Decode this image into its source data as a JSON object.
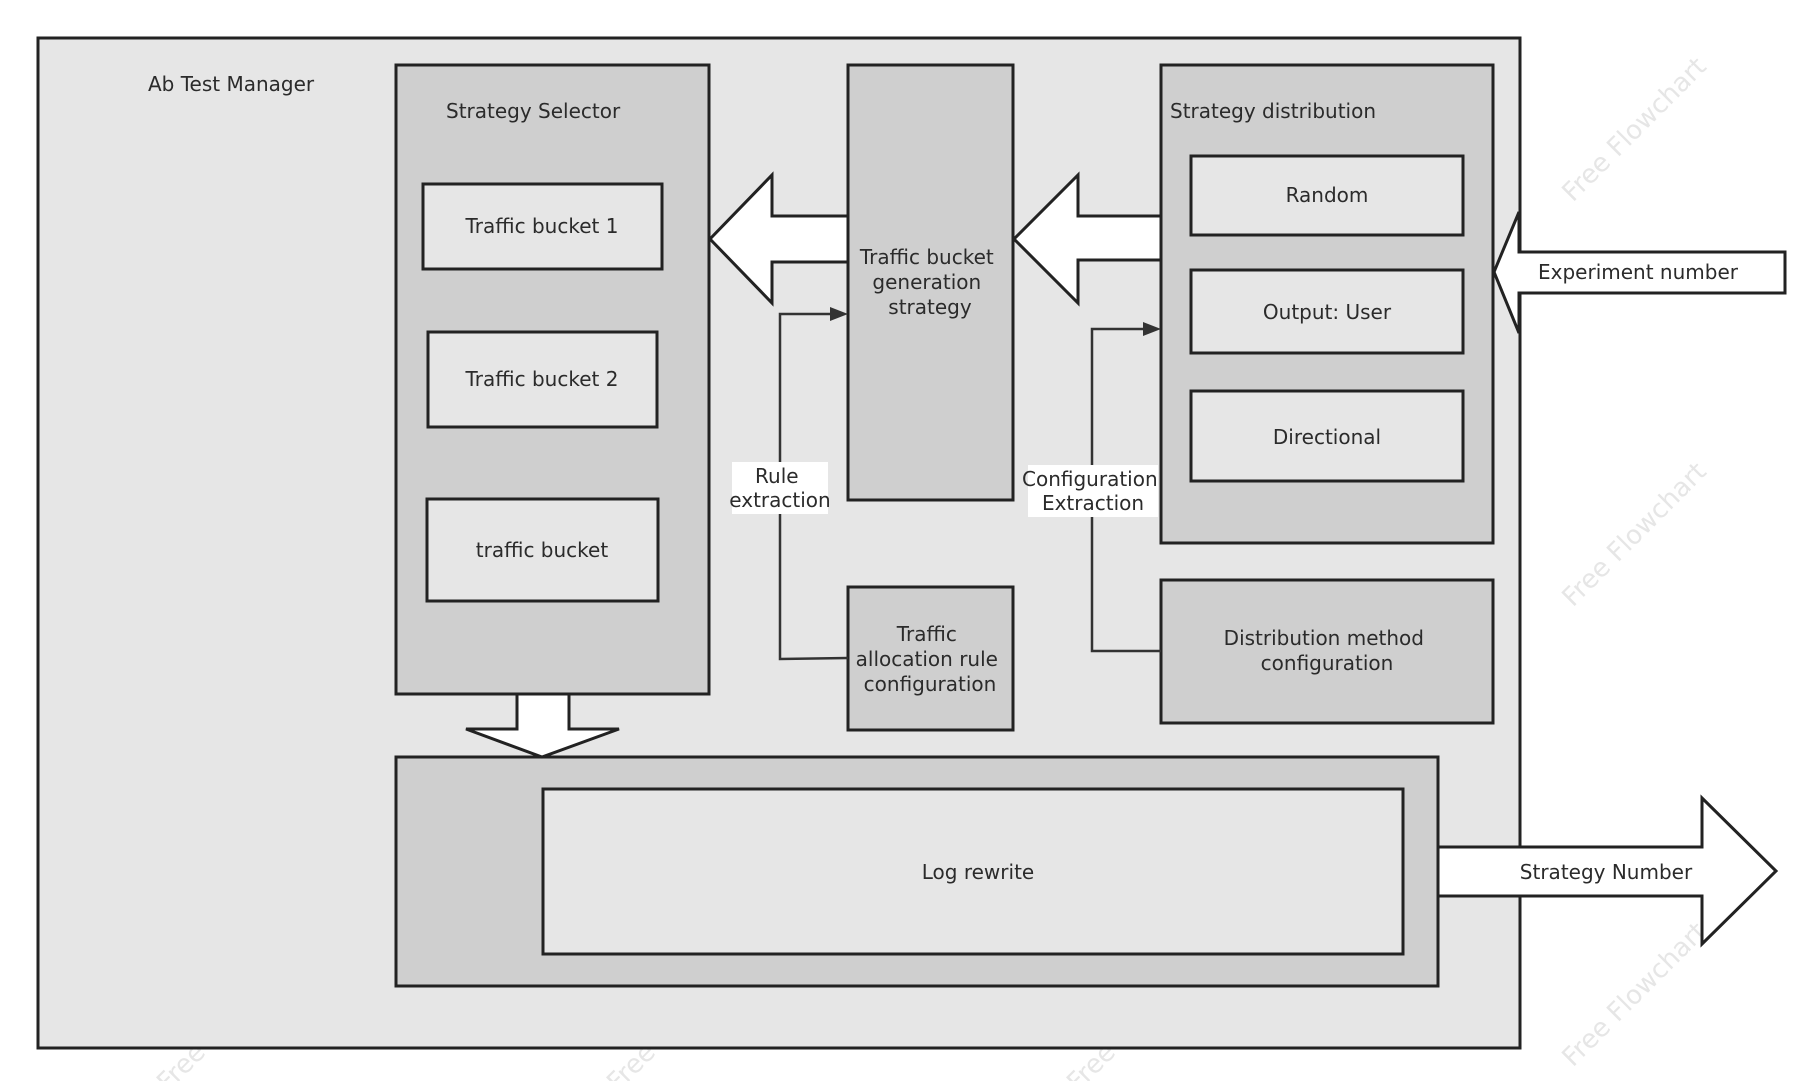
{
  "diagram": {
    "manager_title": "Ab Test Manager",
    "strategy_selector": {
      "title": "Strategy Selector",
      "buckets": [
        "Traffic bucket 1",
        "Traffic bucket 2",
        "traffic bucket"
      ]
    },
    "bucket_generation": [
      "Traffic bucket",
      "generation",
      "strategy"
    ],
    "allocation_rule": [
      "Traffic",
      "allocation rule",
      "configuration"
    ],
    "rule_extraction": [
      "Rule",
      "extraction"
    ],
    "strategy_distribution": {
      "title": "Strategy distribution",
      "items": [
        "Random",
        "Output: User",
        "Directional"
      ]
    },
    "config_extraction": [
      "Configuration",
      "Extraction"
    ],
    "distribution_method": [
      "Distribution method",
      "configuration"
    ],
    "experiment_number": "Experiment number",
    "log_rewrite": "Log rewrite",
    "strategy_number": "Strategy Number",
    "watermark": "Free Flowchart"
  },
  "colors": {
    "outer_fill": "#e6e6e6",
    "panel_fill": "#cfcfcf",
    "inner_fill": "#e6e6e6",
    "stroke": "#222222",
    "arrow_fill": "#ffffff"
  }
}
